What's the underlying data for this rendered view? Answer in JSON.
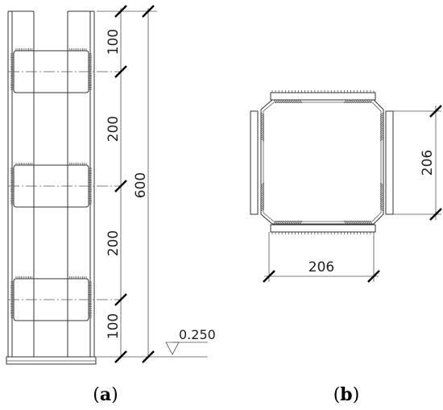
{
  "figure_a": {
    "dims": [
      "100",
      "200",
      "200",
      "100"
    ],
    "total": "600",
    "level": "0.250",
    "caption_open": "(",
    "caption_letter": "a",
    "caption_close": ")"
  },
  "figure_b": {
    "dim_width": "206",
    "dim_height": "206",
    "caption_open": "(",
    "caption_letter": "b",
    "caption_close": ")"
  }
}
